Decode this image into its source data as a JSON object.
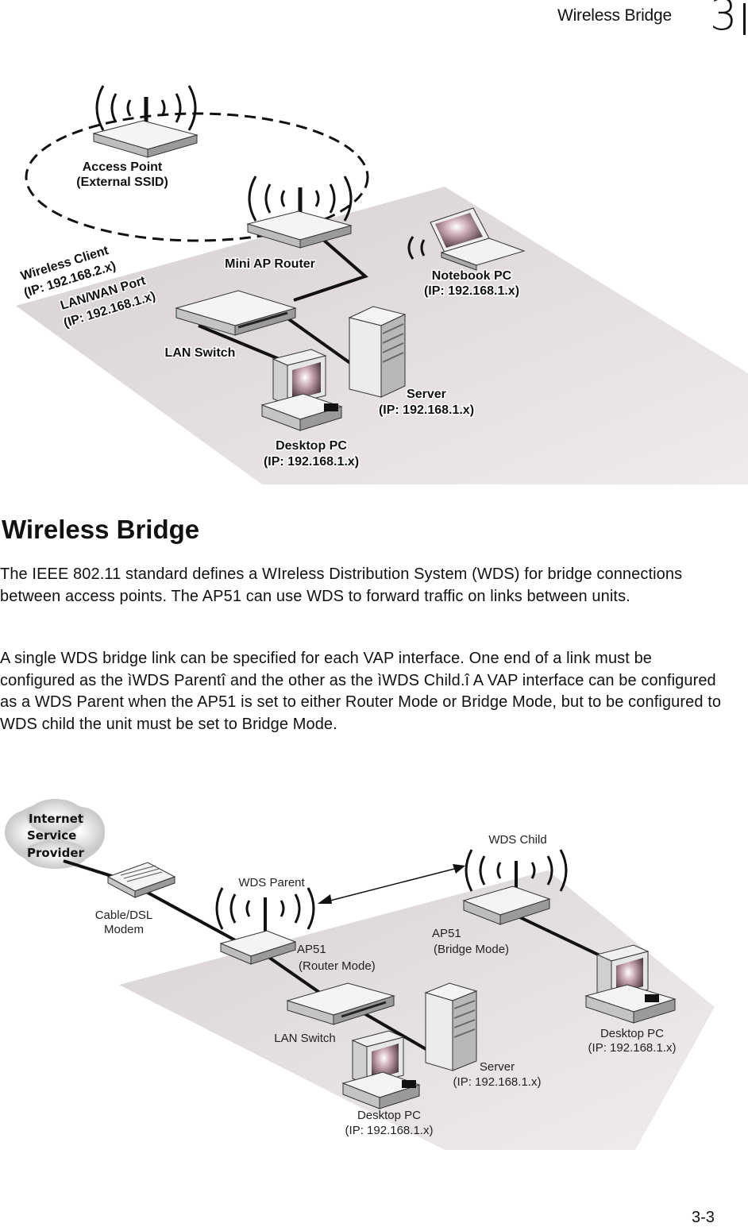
{
  "header": {
    "title": "Wireless Bridge",
    "chapter": "3"
  },
  "figure1": {
    "labels": {
      "access_point_1": "Access Point",
      "access_point_2": "(External SSID)",
      "mini_ap_router": "Mini AP Router",
      "wireless_client_1": "Wireless Client",
      "wireless_client_2": "(IP: 192.168.2.x)",
      "lan_wan_port_1": "LAN/WAN Port",
      "lan_wan_port_2": "(IP: 192.168.1.x)",
      "lan_switch": "LAN Switch",
      "notebook_pc_1": "Notebook PC",
      "notebook_pc_2": "(IP: 192.168.1.x)",
      "server_1": "Server",
      "server_2": "(IP: 192.168.1.x)",
      "desktop_pc_1": "Desktop PC",
      "desktop_pc_2": "(IP: 192.168.1.x)"
    }
  },
  "section": {
    "title": "Wireless Bridge",
    "paragraph1": "The IEEE 802.11 standard defines a WIreless Distribution System (WDS) for bridge connections between access points. The AP51 can use WDS to forward traffic on links between units.",
    "paragraph2": "A single WDS bridge link can be specified for each VAP interface. One end of a link must be configured as the ìWDS Parentî and the other as the ìWDS Child.î A VAP interface can be configured as a WDS Parent when the AP51 is set to either Router Mode or Bridge Mode, but to be configured to WDS child the unit must be set to Bridge Mode."
  },
  "figure2": {
    "labels": {
      "isp_1": "Internet",
      "isp_2": "Service",
      "isp_3": "Provider",
      "modem_1": "Cable/DSL",
      "modem_2": "Modem",
      "wds_parent": "WDS Parent",
      "wds_child": "WDS Child",
      "ap51_router_1": "AP51",
      "ap51_router_2": "(Router Mode)",
      "ap51_bridge_1": "AP51",
      "ap51_bridge_2": "(Bridge Mode)",
      "lan_switch": "LAN Switch",
      "server_1": "Server",
      "server_2": "(IP: 192.168.1.x)",
      "desktop_left_1": "Desktop PC",
      "desktop_left_2": "(IP: 192.168.1.x)",
      "desktop_right_1": "Desktop PC",
      "desktop_right_2": "(IP: 192.168.1.x)"
    }
  },
  "footer": {
    "page_number": "3-3"
  }
}
